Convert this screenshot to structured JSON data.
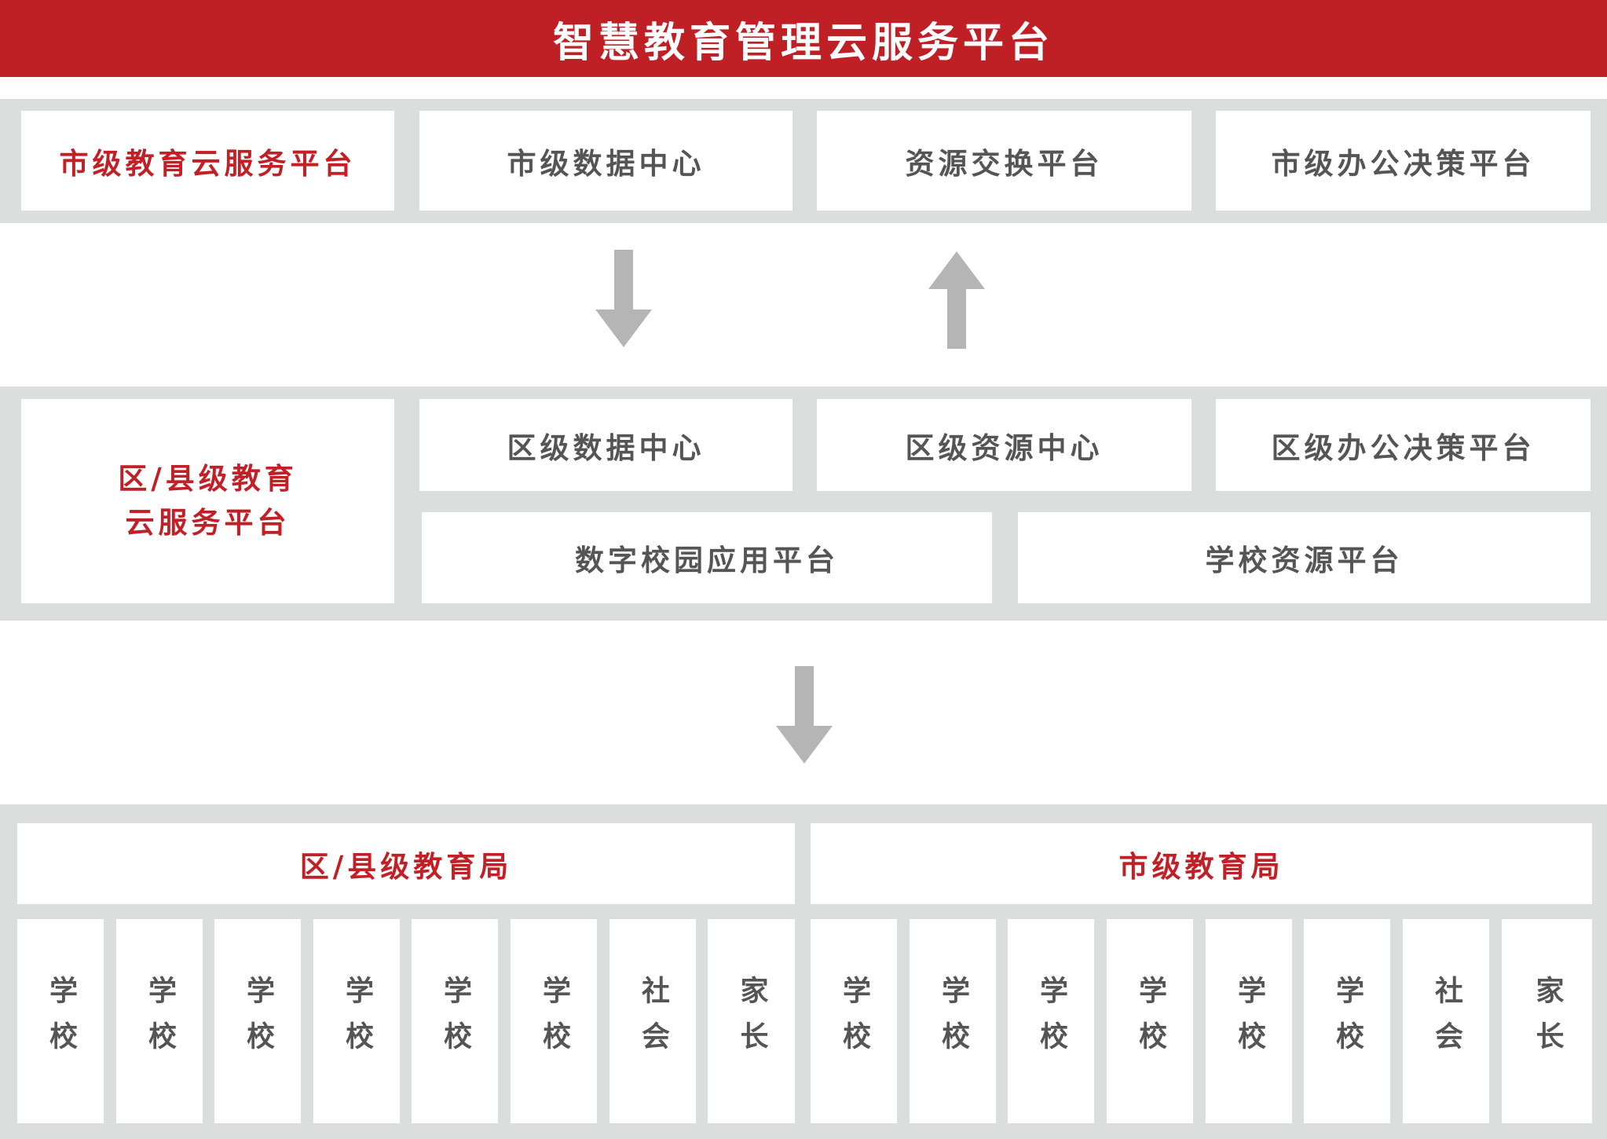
{
  "colors": {
    "title_bg": "#be2025",
    "band": "#dcdddd",
    "arrow": "#b5b5b5",
    "red_text": "#c02026",
    "gray_text": "#555555"
  },
  "title": "智慧教育管理云服务平台",
  "city_tier": {
    "label": "市级教育云服务平台",
    "items": [
      "市级数据中心",
      "资源交换平台",
      "市级办公决策平台"
    ]
  },
  "district_tier": {
    "label_line1": "区/县级教育",
    "label_line2": "云服务平台",
    "row1": [
      "区级数据中心",
      "区级资源中心",
      "区级办公决策平台"
    ],
    "row2": [
      "数字校园应用平台",
      "学校资源平台"
    ]
  },
  "bottom_tier": {
    "district_bureau": "区/县级教育局",
    "city_bureau": "市级教育局",
    "district_users": [
      "学校",
      "学校",
      "学校",
      "学校",
      "学校",
      "学校",
      "社会",
      "家长"
    ],
    "city_users": [
      "学校",
      "学校",
      "学校",
      "学校",
      "学校",
      "学校",
      "社会",
      "家长"
    ]
  },
  "arrows": [
    "arrow-down-icon",
    "arrow-up-icon",
    "arrow-down-icon"
  ]
}
